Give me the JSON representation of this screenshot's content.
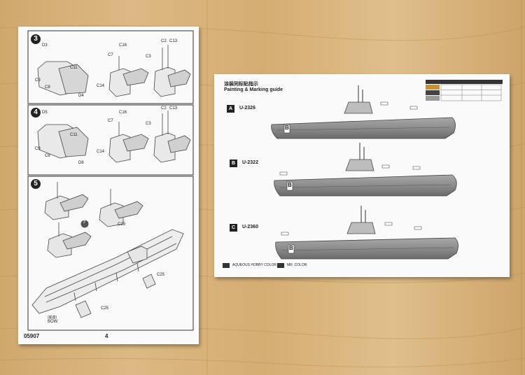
{
  "left_sheet": {
    "steps": [
      {
        "number": "3",
        "parts": [
          "D3",
          "C11",
          "C9",
          "C8",
          "D4",
          "C16",
          "C7",
          "C14",
          "C2",
          "C13",
          "C3"
        ]
      },
      {
        "number": "4",
        "parts": [
          "D5",
          "C11",
          "C9",
          "C8",
          "D6",
          "C16",
          "C7",
          "C14",
          "C2",
          "C13",
          "C3"
        ]
      },
      {
        "number": "5",
        "parts": [
          "C23",
          "C25",
          "C25"
        ],
        "bow_cn": "(船首)",
        "bow": "BOW",
        "help_mark": "?"
      }
    ],
    "kit_number": "05907",
    "page_number": "4"
  },
  "right_sheet": {
    "title_cn": "涂装同标贴指示",
    "title_en": "Painting & Marking guide",
    "profiles": [
      {
        "letter": "A",
        "name": "U-2326",
        "bow_mark": "B"
      },
      {
        "letter": "B",
        "name": "U-2322",
        "bow_mark": "B"
      },
      {
        "letter": "C",
        "name": "U-2360",
        "bow_mark": "B"
      }
    ],
    "footer_left": "AQUEOUS HOBBY COLOR",
    "footer_right": "MR. COLOR"
  },
  "colors": {
    "wood": "#d9b57c",
    "paper": "#fafafa",
    "hull": "#8c8c8c",
    "deck": "#b5b5b5",
    "line": "#333333"
  }
}
